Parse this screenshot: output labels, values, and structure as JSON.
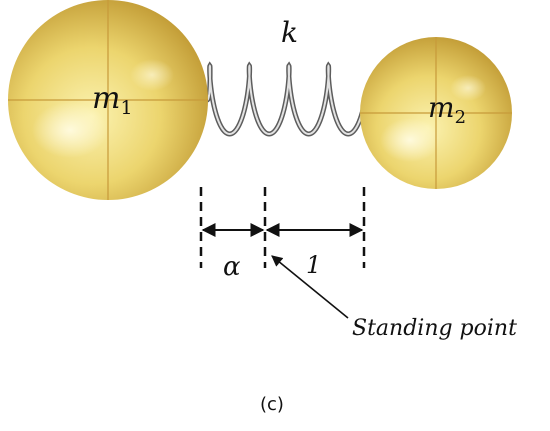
{
  "labels": {
    "mass1": "m",
    "mass1_sub": "1",
    "mass2": "m",
    "mass2_sub": "2",
    "spring": "k",
    "alpha": "α",
    "unit_length": "1",
    "standing_point": "Standing point",
    "caption": "(c)"
  },
  "colors": {
    "sphere_light": "#fbf2b0",
    "sphere_mid": "#e7cf62",
    "sphere_dark": "#b8912a",
    "sphere_line": "#c79a3a",
    "spring": "#6a6a6a",
    "spring_light": "#d8d8d8",
    "ink": "#111111"
  }
}
